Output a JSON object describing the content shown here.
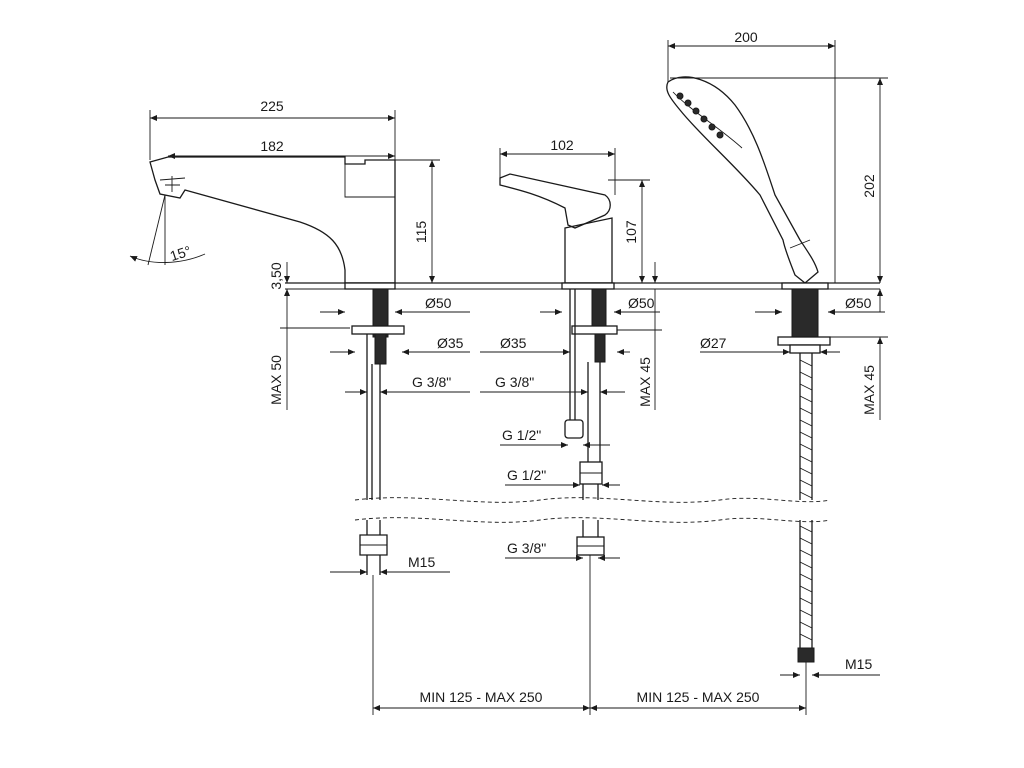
{
  "faucet": {
    "dim_width_total": "225",
    "dim_spout_reach": "182",
    "dim_height": "115",
    "dim_angle": "15°",
    "dim_deck_thickness": "3,50",
    "dim_max_deck": "MAX 50",
    "dim_base_dia": "Ø50",
    "dim_hole_dia": "Ø35",
    "dim_thread": "G 3/8\"",
    "dim_hose_end": "M15"
  },
  "valve": {
    "dim_width": "102",
    "dim_height": "107",
    "dim_base_dia": "Ø50",
    "dim_hole_dia": "Ø35",
    "dim_thread": "G 3/8\"",
    "dim_max_deck": "MAX 45",
    "dim_conn_1": "G 1/2\"",
    "dim_conn_2": "G 1/2\"",
    "dim_conn_3": "G 3/8\""
  },
  "shower": {
    "dim_width": "200",
    "dim_height": "202",
    "dim_base_dia": "Ø50",
    "dim_hole_dia": "Ø27",
    "dim_max_deck": "MAX 45",
    "dim_hose_end": "M15"
  },
  "spacing": {
    "left": "MIN 125 - MAX 250",
    "right": "MIN 125 - MAX 250"
  }
}
